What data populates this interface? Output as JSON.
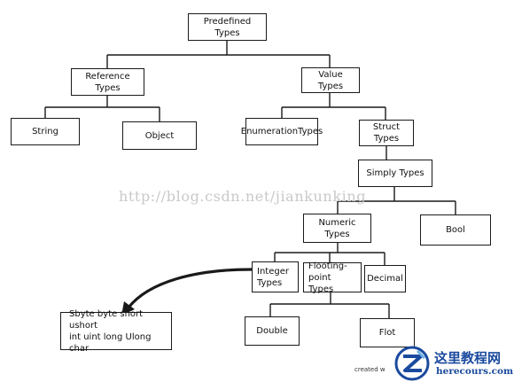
{
  "nodes": {
    "predefined": "Predefined Types",
    "reference": "Reference Types",
    "value": "Value Types",
    "string": "String",
    "object": "Object",
    "enumeration": "EnumerationTypes",
    "struct": "Struct Types",
    "simply": "Simply Types",
    "numeric": "Numeric Types",
    "bool": "Bool",
    "integer_line1": "Integer",
    "integer_line2": "Types",
    "floating_line1": "Flooting-point",
    "floating_line2": "Types",
    "decimal": "Decimal",
    "integer_list_line1": "Sbyte byte short ushort",
    "integer_list_line2": "int uint long Ulong char",
    "double": "Double",
    "flot": "Flot"
  },
  "watermark": "http://blog.csdn.net/jiankunking",
  "credit": "created w",
  "logo": {
    "cn": "这里教程网",
    "en": "herecours.com"
  },
  "colors": {
    "line": "#1a1a1a",
    "logo": "#1a4a9e",
    "watermark": "#c9c9c9"
  }
}
